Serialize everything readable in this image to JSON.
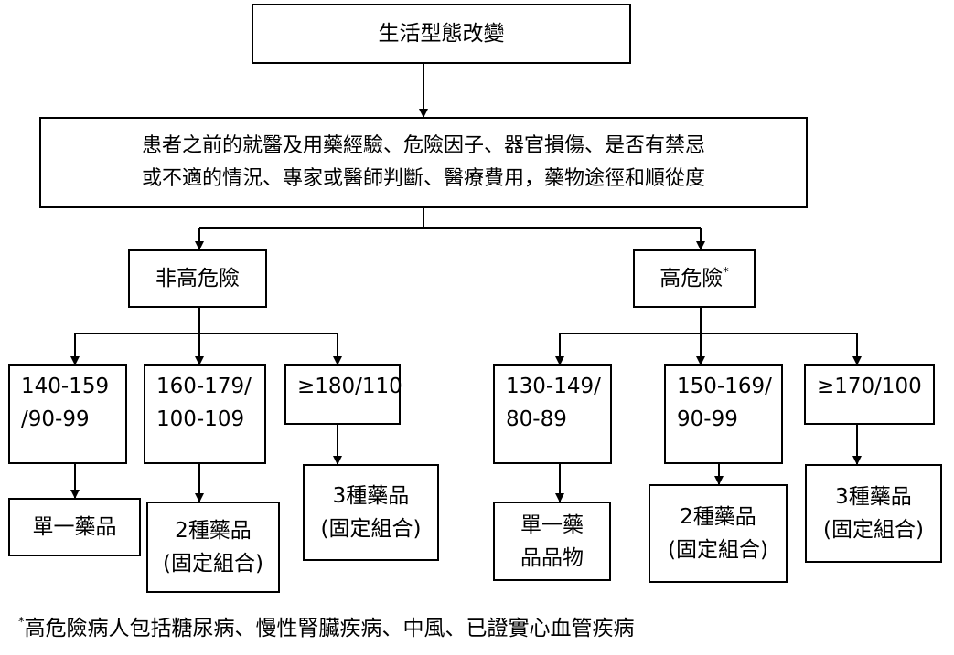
{
  "root": {
    "label": "生活型態改變"
  },
  "assessment": {
    "lines": [
      "患者之前的就醫及用藥經驗、危險因子、器官損傷、是否有禁忌",
      "或不適的情況、專家或醫師判斷、醫療費用，藥物途徑和順從度"
    ]
  },
  "non_high_risk": {
    "label": "非高危險",
    "ranges": [
      {
        "lines": [
          "140-159",
          "/90-99"
        ]
      },
      {
        "lines": [
          "160-179/",
          "100-109"
        ]
      },
      {
        "lines": [
          "≥180/110"
        ]
      }
    ],
    "treatments": [
      {
        "lines": [
          "單一藥品"
        ]
      },
      {
        "lines": [
          "2種藥品",
          "(固定組合)"
        ]
      },
      {
        "lines": [
          "3種藥品",
          "(固定組合)"
        ]
      }
    ]
  },
  "high_risk": {
    "label": "高危險",
    "marker": "*",
    "ranges": [
      {
        "lines": [
          "130-149/",
          "80-89"
        ]
      },
      {
        "lines": [
          "150-169/",
          "90-99"
        ]
      },
      {
        "lines": [
          "≥170/100"
        ]
      }
    ],
    "treatments": [
      {
        "lines": [
          "單一藥",
          "品品物"
        ]
      },
      {
        "lines": [
          "2種藥品",
          "(固定組合)"
        ]
      },
      {
        "lines": [
          "3種藥品",
          "(固定組合)"
        ]
      }
    ]
  },
  "footnote": {
    "marker": "*",
    "text": "高危險病人包括糖尿病、慢性腎臟疾病、中風、已證實心血管疾病"
  }
}
